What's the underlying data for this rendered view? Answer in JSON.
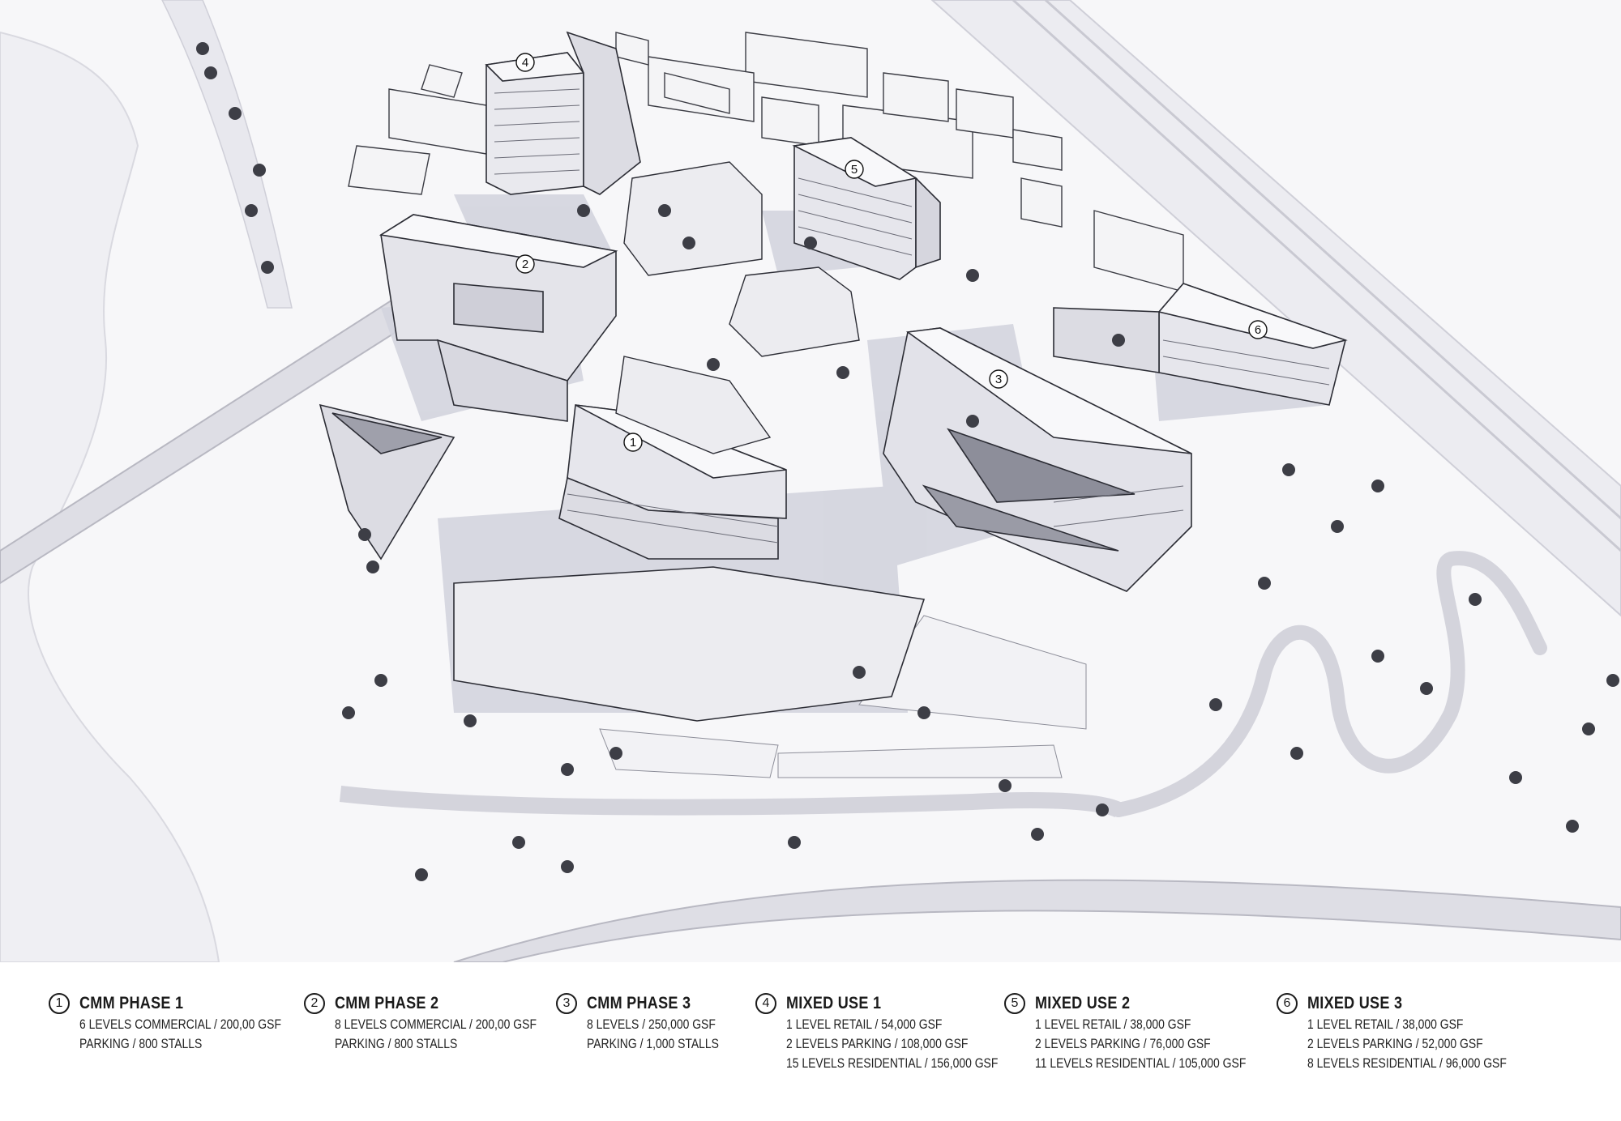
{
  "map_labels": {
    "b1": "1",
    "b2": "2",
    "b3": "3",
    "b4": "4",
    "b5": "5",
    "b6": "6"
  },
  "legend": [
    {
      "number": "1",
      "title": "CMM PHASE 1",
      "lines": [
        "6 LEVELS COMMERCIAL / 200,00 GSF",
        "PARKING / 800 STALLS"
      ]
    },
    {
      "number": "2",
      "title": "CMM PHASE 2",
      "lines": [
        "8 LEVELS COMMERCIAL / 200,00 GSF",
        "PARKING / 800 STALLS"
      ]
    },
    {
      "number": "3",
      "title": "CMM PHASE 3",
      "lines": [
        "8 LEVELS / 250,000 GSF",
        "PARKING / 1,000 STALLS"
      ]
    },
    {
      "number": "4",
      "title": "MIXED USE 1",
      "lines": [
        "1 LEVEL RETAIL / 54,000 GSF",
        "2 LEVELS PARKING / 108,000 GSF",
        "15 LEVELS RESIDENTIAL / 156,000 GSF"
      ]
    },
    {
      "number": "5",
      "title": "MIXED USE 2",
      "lines": [
        "1 LEVEL RETAIL / 38,000 GSF",
        "2 LEVELS PARKING / 76,000 GSF",
        "11 LEVELS RESIDENTIAL / 105,000 GSF"
      ]
    },
    {
      "number": "6",
      "title": "MIXED USE 3",
      "lines": [
        "1 LEVEL RETAIL / 38,000 GSF",
        "2 LEVELS PARKING / 52,000 GSF",
        "8 LEVELS RESIDENTIAL / 96,000 GSF"
      ]
    }
  ]
}
